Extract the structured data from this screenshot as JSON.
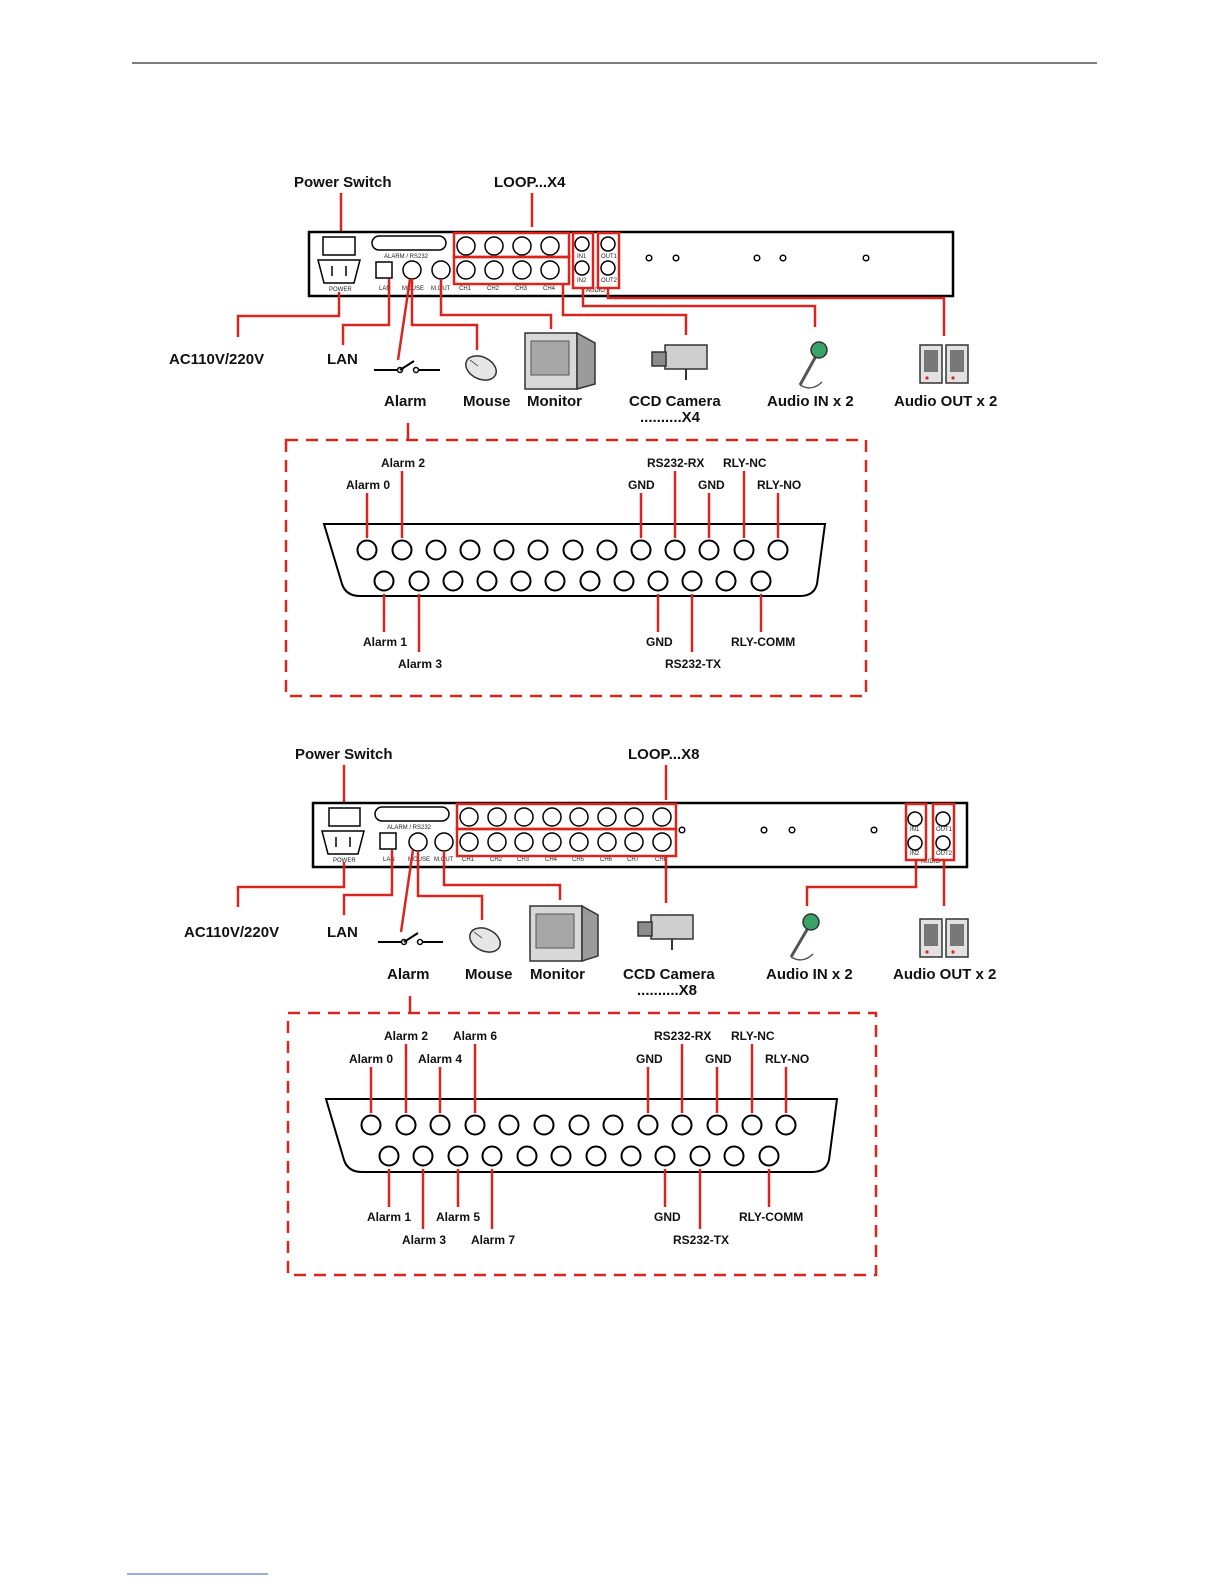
{
  "diagrams": [
    {
      "power_switch": "Power Switch",
      "loop": "LOOP...X4",
      "panel": {
        "alarm_rs232": "ALARM / RS232",
        "power": "POWER",
        "lan": "LAN",
        "mouse": "MOUSE",
        "mout": "M.OUT",
        "channels": [
          "CH1",
          "CH2",
          "CH3",
          "CH4"
        ],
        "in": [
          "IN1",
          "IN2"
        ],
        "out": [
          "OUT1",
          "OUT2"
        ],
        "audio": "AUDIO"
      },
      "devices": {
        "ac": "AC110V/220V",
        "lan": "LAN",
        "alarm": "Alarm",
        "mouse": "Mouse",
        "monitor": "Monitor",
        "camera": "CCD Camera",
        "camera_count": "..........X4",
        "audio_in": "Audio IN x 2",
        "audio_out": "Audio OUT x 2"
      },
      "pins_top": [
        "Alarm 0",
        "Alarm 2",
        "GND",
        "RS232-RX",
        "GND",
        "RLY-NC",
        "RLY-NO"
      ],
      "pins_bottom": [
        "Alarm 1",
        "Alarm 3",
        "GND",
        "RS232-TX",
        "RLY-COMM"
      ]
    },
    {
      "power_switch": "Power Switch",
      "loop": "LOOP...X8",
      "panel": {
        "alarm_rs232": "ALARM / RS232",
        "power": "POWER",
        "lan": "LAN",
        "mouse": "MOUSE",
        "mout": "M.OUT",
        "channels": [
          "CH1",
          "CH2",
          "CH3",
          "CH4",
          "CH5",
          "CH6",
          "CH7",
          "CH8"
        ],
        "in": [
          "IN1",
          "IN2"
        ],
        "out": [
          "OUT1",
          "OUT2"
        ],
        "audio": "AUDIO"
      },
      "devices": {
        "ac": "AC110V/220V",
        "lan": "LAN",
        "alarm": "Alarm",
        "mouse": "Mouse",
        "monitor": "Monitor",
        "camera": "CCD Camera",
        "camera_count": "..........X8",
        "audio_in": "Audio IN x 2",
        "audio_out": "Audio OUT x 2"
      },
      "pins_top": [
        "Alarm 0",
        "Alarm 2",
        "Alarm 4",
        "Alarm 6",
        "GND",
        "RS232-RX",
        "GND",
        "RLY-NC",
        "RLY-NO"
      ],
      "pins_bottom": [
        "Alarm 1",
        "Alarm 3",
        "Alarm 5",
        "Alarm 7",
        "GND",
        "RS232-TX",
        "RLY-COMM"
      ]
    }
  ]
}
